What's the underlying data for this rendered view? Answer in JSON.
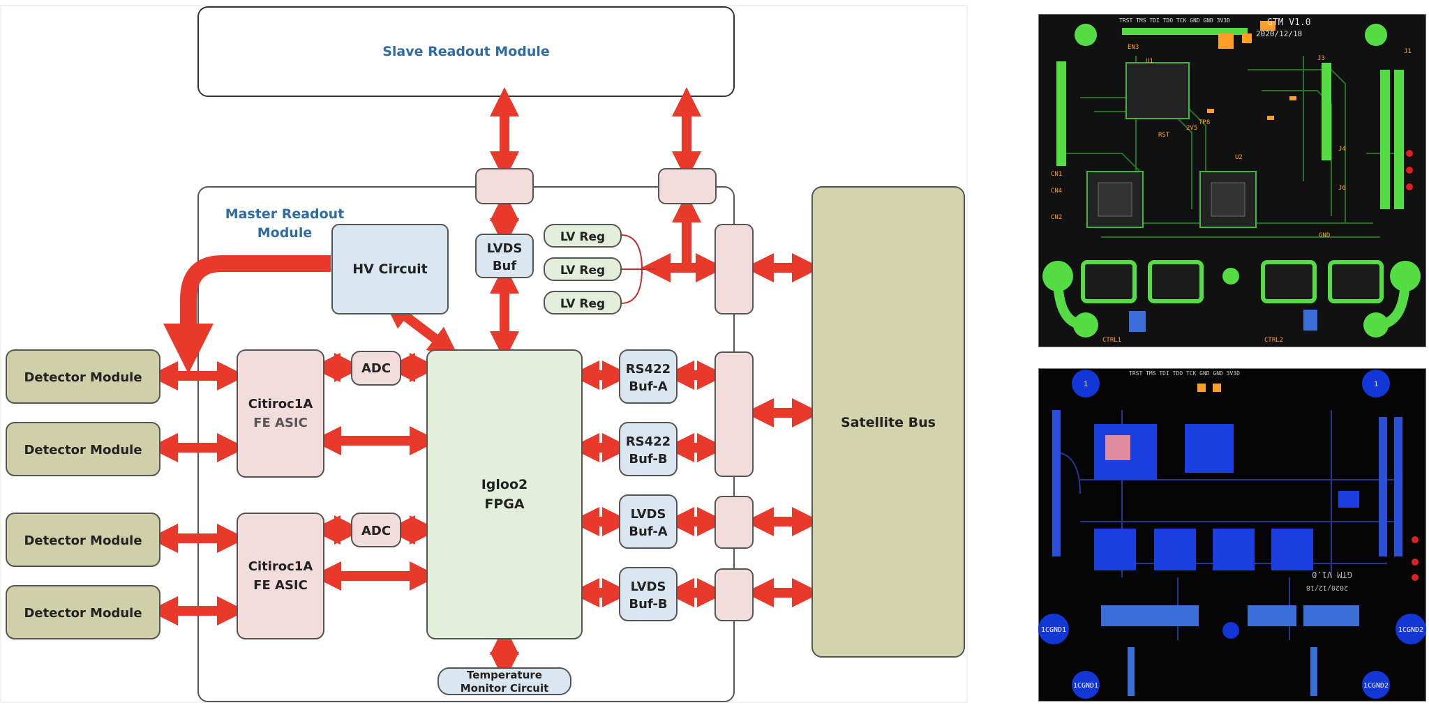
{
  "diagram": {
    "slave_module": "Slave Readout Module",
    "master_module_line1": "Master Readout",
    "master_module_line2": "Module",
    "hv_circuit": "HV Circuit",
    "lvds_buf_top_line1": "LVDS",
    "lvds_buf_top_line2": "Buf",
    "lv_regs": [
      "LV Reg",
      "LV Reg",
      "LV Reg"
    ],
    "detector_modules": [
      "Detector Module",
      "Detector Module",
      "Detector Module",
      "Detector Module"
    ],
    "asics": [
      {
        "line1": "Citiroc1A",
        "line2": "FE ASIC"
      },
      {
        "line1": "Citiroc1A",
        "line2": "FE ASIC"
      }
    ],
    "adcs": [
      "ADC",
      "ADC"
    ],
    "fpga_line1": "Igloo2",
    "fpga_line2": "FPGA",
    "buffers": [
      {
        "line1": "RS422",
        "line2": "Buf-A"
      },
      {
        "line1": "RS422",
        "line2": "Buf-B"
      },
      {
        "line1": "LVDS",
        "line2": "Buf-A"
      },
      {
        "line1": "LVDS",
        "line2": "Buf-B"
      }
    ],
    "temp_line1": "Temperature",
    "temp_line2": "Monitor Circuit",
    "satellite_bus": "Satellite Bus"
  },
  "pcb_top": {
    "title": "GTM V1.0",
    "date": "2020/12/18",
    "header_pins": "TRST TMS TDI TDO TCK GND GND 3V3D",
    "labels": [
      "EN3",
      "U1",
      "U2",
      "J3",
      "J1",
      "CN1",
      "CN2",
      "CN4",
      "CTRL1",
      "CTRL2",
      "J4",
      "J6",
      "RST",
      "2V5",
      "GND",
      "TP8"
    ]
  },
  "pcb_bottom": {
    "title": "GTM V1.0",
    "date": "2020/12/18",
    "header_pins": "TRST TMS TDI TDO TCK GND GND 3V3D",
    "corner_labels": [
      "1",
      "1",
      "1CGND1",
      "1CGND2",
      "1CGND1",
      "1CGND2"
    ]
  },
  "colors": {
    "arrow": "#e8392b",
    "detector_fill": "#cfcfa8",
    "asic_fill": "#f2dcdc",
    "fpga_fill": "#e3eedb",
    "buffer_fill": "#dbe7f0",
    "satellite_fill": "#d3d3ad",
    "title_blue": "#2e6da4"
  }
}
